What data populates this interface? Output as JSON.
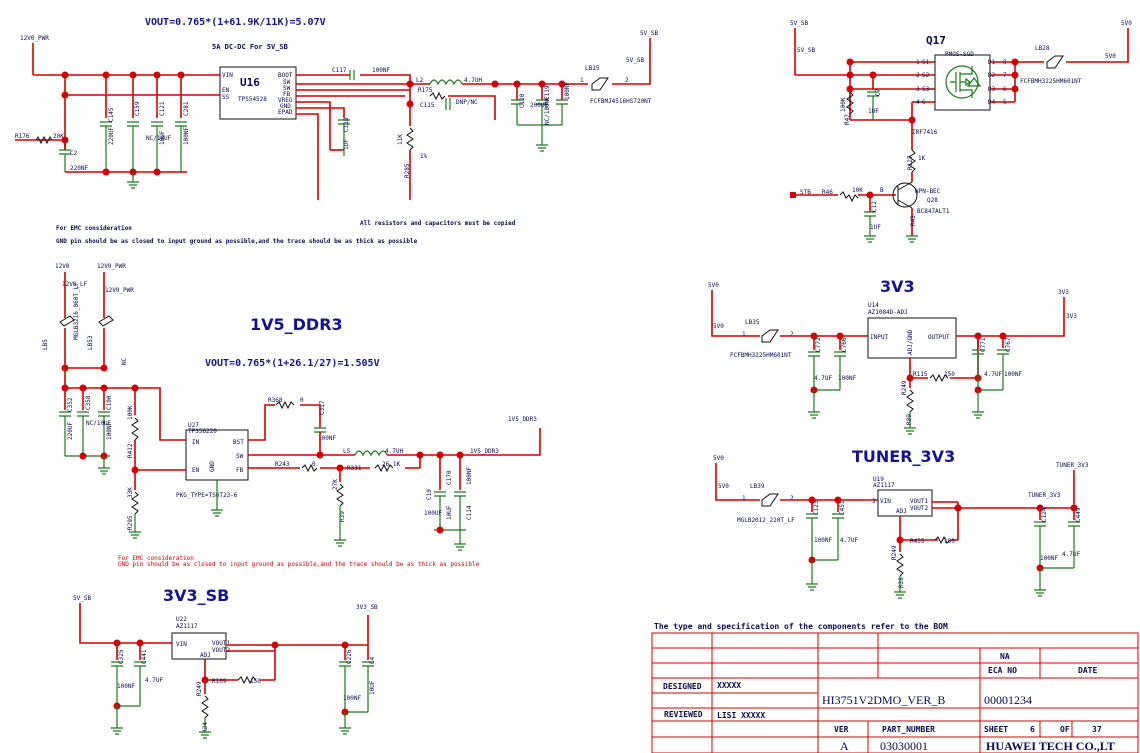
{
  "sections": {
    "s5v_formula": "VOUT=0.765*(1+61.9K/11K)=5.07V",
    "s5v_title": "5A DC-DC For 5V_SB",
    "ddr_title": "1V5_DDR3",
    "ddr_formula": "VOUT=0.765*(1+26.1/27)=1.505V",
    "v3v3_title": "3V3",
    "tuner_title": "TUNER_3V3",
    "sb_title": "3V3_SB"
  },
  "notes": {
    "emc1": "For EMC consideration",
    "gnd1": "GND pin should be as closed to input ground as possible,and the trace should be as thick as possible",
    "copied": "All resistors and capacitors must be copied",
    "emc2": "For EMC consideration",
    "gnd2": "GND pin should be as closed to input ground as possible,and the trace should be as thick as possible",
    "bom": "The type and specification of the components  refer to the BOM"
  },
  "labels": {
    "l1": "12V0_PWR",
    "l2": "U16",
    "l3": "TPS54528",
    "l4": "VIN",
    "l5": "EN",
    "l6": "SS",
    "l7": "BOOT",
    "l8": "SW",
    "l9": "SW",
    "l10": "FB",
    "l11": "VREG",
    "l12": "GND",
    "l13": "EPAD",
    "l14": "C117",
    "l15": "100NF",
    "l16": "L2",
    "l17": "4.7UH",
    "l18": "LB15",
    "l19": "5V_SB",
    "l20": "FCFBMJ4516HS720NT",
    "l21": "R175",
    "l22": "C115",
    "l23": "DNP/NC",
    "l24": "R285",
    "l25": "11K",
    "l26": "1%",
    "l27": "C118",
    "l28": "1UF",
    "l29": "R176",
    "l30": "20K",
    "l31": "C2",
    "l32": "220NF",
    "l33": "C145",
    "l34": "220UF",
    "l35": "C159",
    "l36": "NC/10UF",
    "l37": "C121",
    "l38": "10UF",
    "l39": "C281",
    "l40": "100NF",
    "l41": "C120",
    "l42": "200UF",
    "l43": "100NF",
    "l44": "C119",
    "l45": "NC/100NF",
    "l46": "5V_SB",
    "l47": "5V_SB",
    "l48": "Q17",
    "l49": "PMOS-SGD",
    "l50": "S1",
    "l51": "S2",
    "l52": "S3",
    "l53": "G",
    "l54": "D1",
    "l55": "D2",
    "l56": "D3",
    "l57": "D4",
    "l58": "LB28",
    "l59": "5V0",
    "l60": "5V0",
    "l61": "FCFBMH3225HM601NT",
    "l62": "IRF7416",
    "l63": "R47",
    "l64": "100K",
    "l65": "C7",
    "l66": "1UF",
    "l67": "R127",
    "l68": "1K",
    "l69": "STB",
    "l70": "R46",
    "l71": "10K",
    "l72": "B",
    "l73": "NPN-BEC",
    "l74": "Q28",
    "l75": "BC847ALT1",
    "l76": "C12",
    "l77": "1UF",
    "l78": "R45",
    "l79": "12V0",
    "l80": "12V0_PWR",
    "l81": "12V0_LF",
    "l82": "12V0_PWR",
    "l83": "LB5",
    "l84": "MGLB3216_060T_LF",
    "l85": "LB53",
    "l86": "NC",
    "l87": "C352",
    "l88": "220UF",
    "l89": "C358",
    "l90": "NC/10UF",
    "l91": "C100",
    "l92": "100NF",
    "l93": "R412",
    "l94": "100K",
    "l95": "R295",
    "l96": "33K",
    "l97": "U27",
    "l98": "TPS56220",
    "l99": "IN",
    "l100": "EN",
    "l101": "GND",
    "l102": "BST",
    "l103": "SW",
    "l104": "FB",
    "l105": "PKG_TYPE=TSOT23-6",
    "l106": "R368",
    "l107": "0",
    "l108": "C317",
    "l109": "100NF",
    "l110": "L5",
    "l111": "4.7UH",
    "l112": "1V5_DDR3",
    "l113": "R243",
    "l114": "0",
    "l115": "R331",
    "l116": "26.1K",
    "l117": "1V5_DDR3",
    "l118": "R39",
    "l119": "27K",
    "l120": "C10",
    "l121": "100UF",
    "l122": "C170",
    "l123": "10UF",
    "l124": "C114",
    "l125": "100NF",
    "l126": "V0",
    "l127": "5V0",
    "l128": "5V0",
    "l129": "LB35",
    "l130": "FCFBMH3225HM601NT",
    "l131": "U14",
    "l132": "AZ1084D-ADJ",
    "l133": "INPUT",
    "l134": "ADJ/GND",
    "l135": "OUTPUT",
    "l136": "3V3",
    "l137": "3V3",
    "l138": "C772",
    "l139": "4.7UF",
    "l140": "C766",
    "l141": "100NF",
    "l142": "R115",
    "l143": "150",
    "l144": "R249",
    "l145": "R89",
    "l146": "C771",
    "l147": "4.7UF",
    "l148": "C767",
    "l149": "100NF",
    "l150": "5V0",
    "l151": "5V0",
    "l152": "LB39",
    "l153": "MGLB2012_220T_LF",
    "l154": "U19",
    "l155": "AZ1117",
    "l156": "VIN",
    "l157": "ADJ",
    "l158": "VOUT1",
    "l159": "VOUT2",
    "l160": "C123",
    "l161": "100NF",
    "l162": "C451",
    "l163": "4.7UF",
    "l164": "R455",
    "l165": "150",
    "l166": "R249",
    "l167": "R28",
    "l168": "TUNER_3V3",
    "l169": "TUNER_3V3",
    "l170": "C124",
    "l171": "100NF",
    "l172": "C449",
    "l173": "4.7UF",
    "l174": "5V_SB",
    "l175": "U22",
    "l176": "AZ1117",
    "l177": "VIN",
    "l178": "ADJ",
    "l179": "VOUT1",
    "l180": "VOUT2",
    "l181": "C325",
    "l182": "100NF",
    "l183": "C441",
    "l184": "4.7UF",
    "l185": "R109",
    "l186": "150",
    "l187": "R249",
    "l188": "R24",
    "l189": "3V3_SB",
    "l190": "C226",
    "l191": "100NF",
    "l192": "C4",
    "l193": "10UF"
  },
  "titleblock": {
    "na": "NA",
    "eca_label": "ECA NO",
    "date_label": "DATE",
    "designed_label": "DESIGNED",
    "designed_value": "XXXXX",
    "reviewed_label": "REVIEWED",
    "reviewed_value": "LISI XXXXX",
    "title": "HI3751V2DMO_VER_B",
    "eca_value": "00001234",
    "ver_label": "VER",
    "part_label": "PART_NUMBER",
    "sheet_label": "SHEET",
    "sheet_value": "6",
    "of_label": "OF",
    "of_value": "37",
    "ver_value": "A",
    "part_value": "03030001",
    "company": "HUAWEI TECH CO.,LT"
  }
}
